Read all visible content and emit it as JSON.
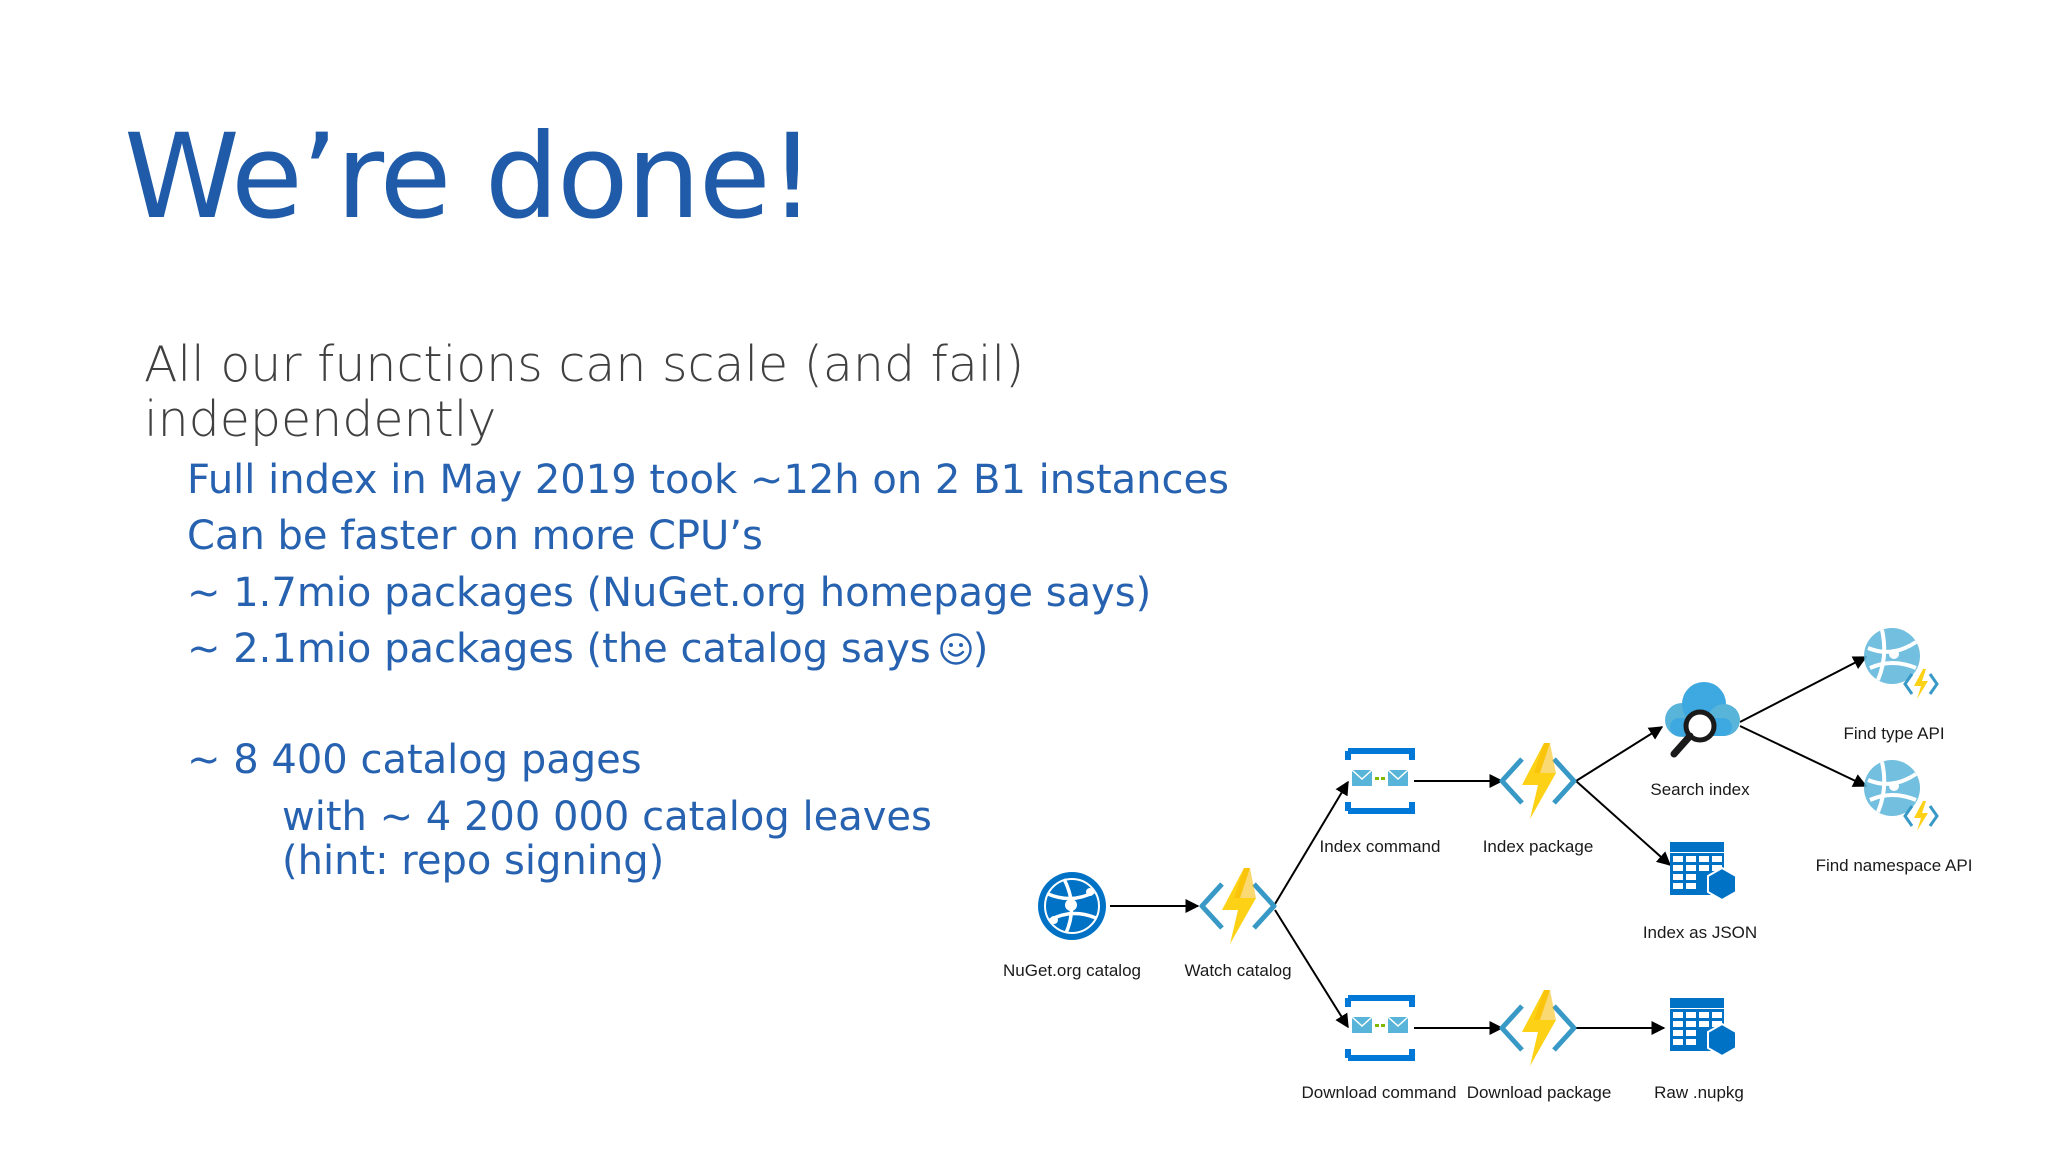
{
  "slide": {
    "title": "We’re done!",
    "bullet1": "All our functions can scale (and fail) independently",
    "sub_bullets": [
      "Full index in May 2019 took ~12h on 2 B1 instances",
      "Can be faster on more CPU’s",
      "~ 1.7mio packages (NuGet.org homepage says)",
      "~ 2.1mio packages (the catalog says"
    ],
    "sub_bullet_4_tail": ")",
    "sub_bullet_5": "~ 8 400 catalog pages",
    "sub_sub_bullets": [
      "with ~ 4 200 000 catalog leaves",
      "(hint: repo signing)"
    ]
  },
  "diagram": {
    "nodes": {
      "nuget_catalog": "NuGet.org catalog",
      "watch_catalog": "Watch catalog",
      "index_command": "Index command",
      "index_package": "Index package",
      "search_index": "Search index",
      "index_as_json": "Index as JSON",
      "find_type_api": "Find type API",
      "find_namespace_api": "Find namespace API",
      "download_command": "Download command",
      "download_package": "Download package",
      "raw_nupkg": "Raw .nupkg"
    },
    "colors": {
      "azure_blue": "#0072c6",
      "function_yellow": "#fcd116",
      "function_bracket": "#3999c6",
      "queue_blue": "#0078d7",
      "search_cloud": "#3ea8e0"
    }
  }
}
